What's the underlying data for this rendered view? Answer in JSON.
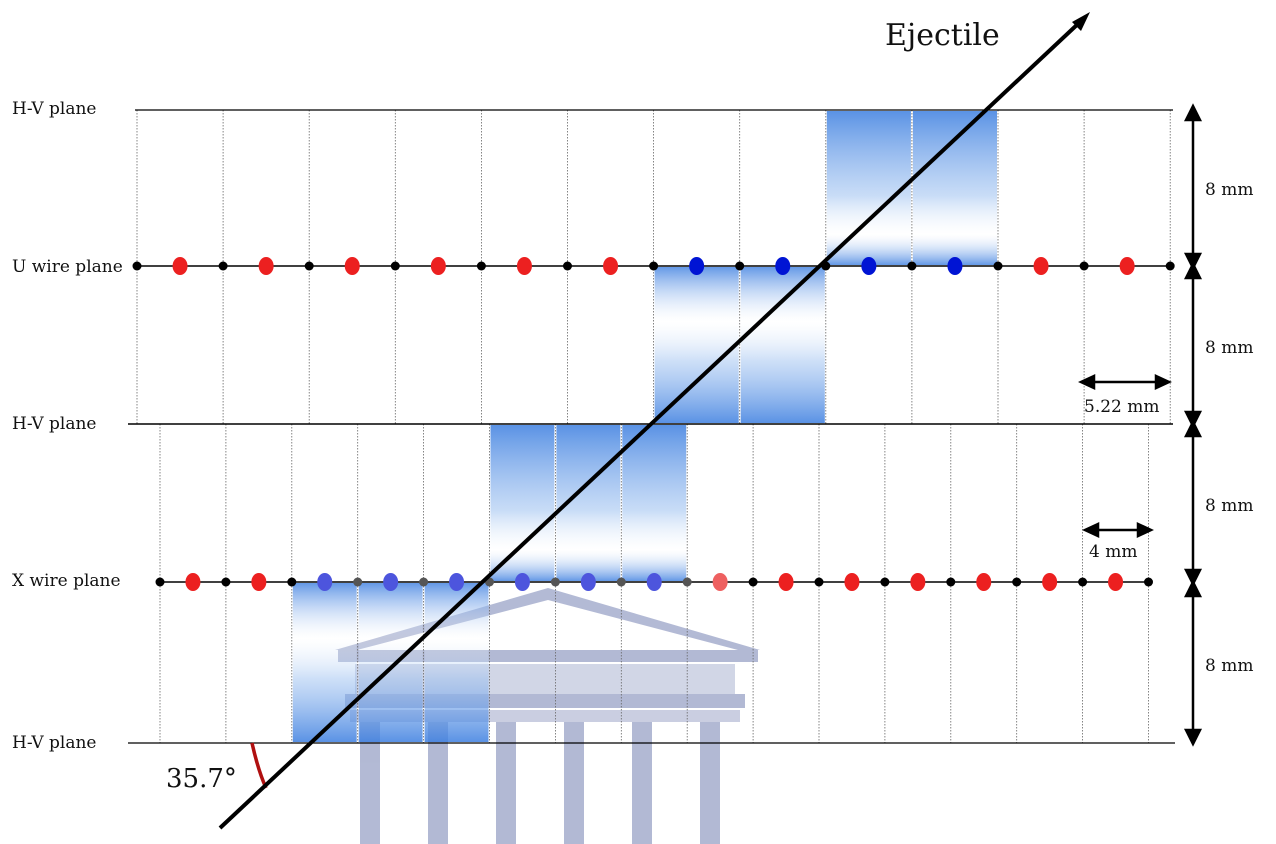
{
  "labels": {
    "ejectile": "Ejectile",
    "plane_hv_top": "H-V plane",
    "plane_u": "U wire plane",
    "plane_hv_mid": "H-V plane",
    "plane_x": "X wire plane",
    "plane_hv_bottom": "H-V plane",
    "gap_1": "8 mm",
    "gap_2": "8 mm",
    "gap_3": "8 mm",
    "gap_4": "8 mm",
    "u_pitch": "5.22 mm",
    "x_pitch": "4 mm",
    "angle": "35.7°"
  },
  "colors": {
    "wire": "#000000",
    "hit_wire": "#0014d4",
    "hit_wire_light": "#4d55dd",
    "no_hit_wire": "#ec2020",
    "no_hit_wire_light": "#ee6060",
    "drift_cell": "#3d7fe0",
    "angle_arc": "#b01010",
    "watermark": "#4a5a9a"
  }
}
